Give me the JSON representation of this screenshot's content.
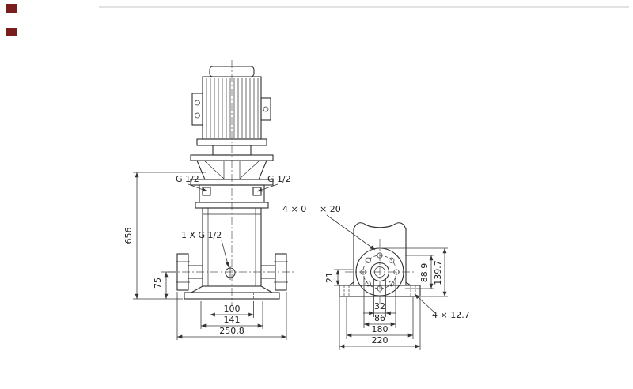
{
  "header": {
    "mark_color": "#7a1d1d"
  },
  "front_view": {
    "labels": {
      "g_half_left": "G 1/2",
      "g_half_right": "G 1/2",
      "side_port": "1 X G 1/2"
    },
    "dims": {
      "total_height": "656",
      "port_height": "75",
      "width_inner": "100",
      "width_mid": "141",
      "width_outer": "250.8"
    }
  },
  "side_view": {
    "labels": {
      "top_holes_a": "4 × 0",
      "top_holes_b": "× 20",
      "base_holes": "4 × 12.7"
    },
    "dims": {
      "base_height": "21",
      "bolt_circle": "88.9",
      "flange_od": "139.7",
      "bore": "32",
      "bolt_span": "86",
      "hole_span": "180",
      "base_width": "220"
    }
  }
}
